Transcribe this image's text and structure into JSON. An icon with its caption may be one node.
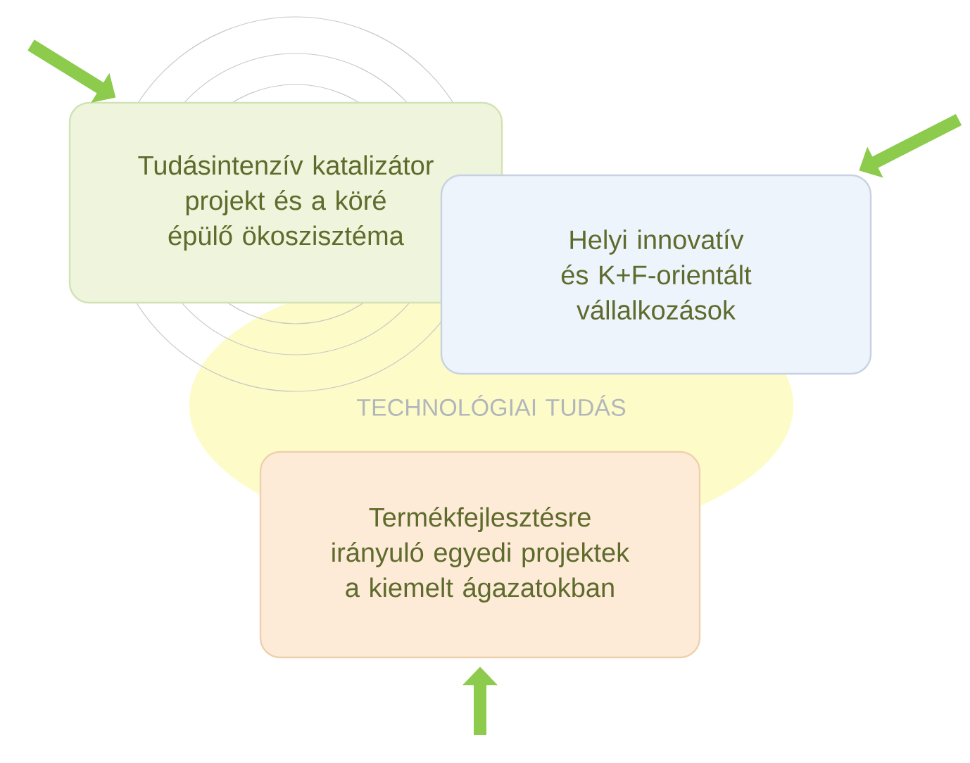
{
  "diagram": {
    "nodes": [
      {
        "text": [
          "Tudásintenzív katalizátor projekt és a köré épülő ökoszisztéma"
        ]
      },
      {
        "text": [
          "Helyi innovatív és K+F-orientált vállalkozások"
        ]
      },
      {
        "text": [
          "TECHNOLÓGIAI TUDÁS"
        ]
      },
      {
        "text": [
          "Termékfejlesztésre irányuló egyedi projektek a kiemelt ágazatokban"
        ]
      }
    ],
    "edges": [
      {
        "from": null,
        "to": 0,
        "arrow": "to"
      },
      {
        "from": null,
        "to": 1,
        "arrow": "to"
      },
      {
        "from": null,
        "to": 3,
        "arrow": "to"
      }
    ]
  }
}
